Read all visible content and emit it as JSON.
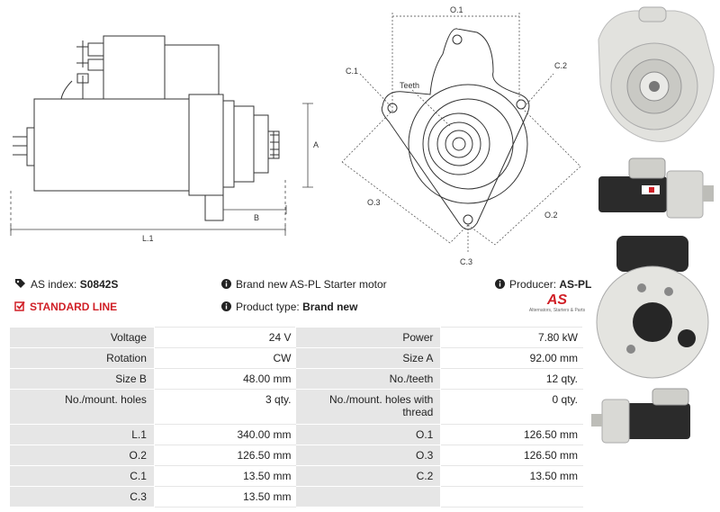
{
  "drawing": {
    "dim_o1": "O.1",
    "dim_c1": "C.1",
    "dim_c2": "C.2",
    "dim_c3": "C.3",
    "dim_o2": "O.2",
    "dim_o3": "O.3",
    "teeth": "Teeth",
    "dim_a": "A",
    "dim_b": "B",
    "dim_l1": "L.1"
  },
  "info": {
    "as_index_label": "AS index:",
    "as_index_value": "S0842S",
    "description": "Brand new AS-PL Starter motor",
    "producer_label": "Producer:",
    "producer_value": "AS-PL",
    "line": "STANDARD LINE",
    "product_type_label": "Product type:",
    "product_type_value": "Brand new"
  },
  "logo": {
    "mark": "AS",
    "tagline": "Alternators, Starters & Parts"
  },
  "specs": {
    "r0": {
      "l1": "Voltage",
      "v1": "24 V",
      "l2": "Power",
      "v2": "7.80 kW"
    },
    "r1": {
      "l1": "Rotation",
      "v1": "CW",
      "l2": "Size A",
      "v2": "92.00 mm"
    },
    "r2": {
      "l1": "Size B",
      "v1": "48.00 mm",
      "l2": "No./teeth",
      "v2": "12 qty."
    },
    "r3": {
      "l1": "No./mount. holes",
      "v1": "3 qty.",
      "l2": "No./mount. holes with thread",
      "v2": "0 qty."
    },
    "r4": {
      "l1": "L.1",
      "v1": "340.00 mm",
      "l2": "O.1",
      "v2": "126.50 mm"
    },
    "r5": {
      "l1": "O.2",
      "v1": "126.50 mm",
      "l2": "O.3",
      "v2": "126.50 mm"
    },
    "r6": {
      "l1": "C.1",
      "v1": "13.50 mm",
      "l2": "C.2",
      "v2": "13.50 mm"
    },
    "r7": {
      "l1": "C.3",
      "v1": "13.50 mm",
      "l2": "",
      "v2": ""
    }
  }
}
